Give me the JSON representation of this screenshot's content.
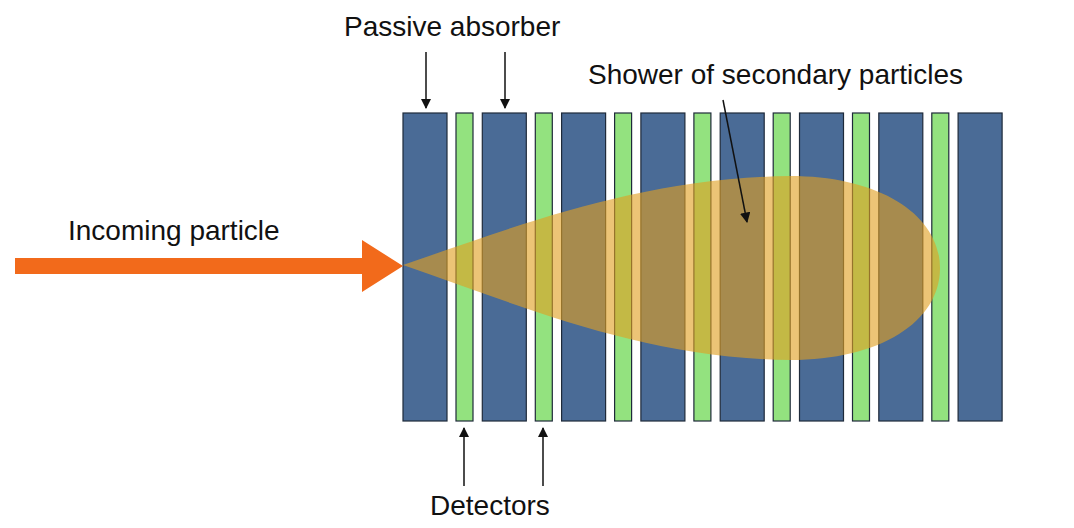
{
  "diagram": {
    "labels": [
      "Passive absorber",
      "Shower of secondary particles",
      "Incoming particle",
      "Detectors"
    ]
  }
}
